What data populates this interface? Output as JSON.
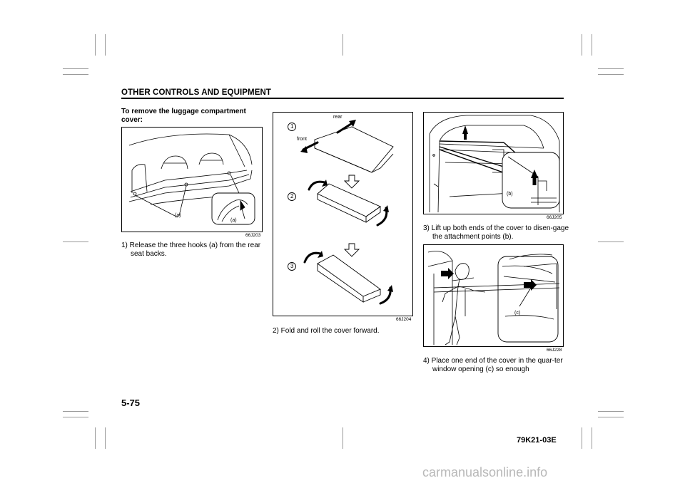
{
  "header": {
    "title": "OTHER CONTROLS AND EQUIPMENT"
  },
  "col1": {
    "heading": "To remove the luggage compartment cover:",
    "figure": {
      "code": "66J203",
      "labels": [
        "(a)",
        "(a)"
      ]
    },
    "step1": "1) Release the three hooks (a) from the rear seat backs."
  },
  "col2": {
    "figure": {
      "code": "66J204",
      "steps": [
        "1",
        "2",
        "3"
      ],
      "label_rear": "rear",
      "label_front": "front"
    },
    "step2": "2) Fold and roll the cover forward."
  },
  "col3": {
    "figure1": {
      "code": "66J205",
      "label": "(b)"
    },
    "step3": "3) Lift up both ends of the cover to disen-gage the attachment points (b).",
    "figure2": {
      "code": "66J228",
      "label": "(c)"
    },
    "step4": "4) Place one end of the cover in the quar-ter window opening (c) so enough"
  },
  "footer": {
    "page_number": "5-75",
    "doc_code": "79K21-03E"
  },
  "watermark": "carmanualsonline.info",
  "colors": {
    "ink": "#000000",
    "crop_marks": "#9a9a9a",
    "watermark": "#b8b8b8"
  }
}
